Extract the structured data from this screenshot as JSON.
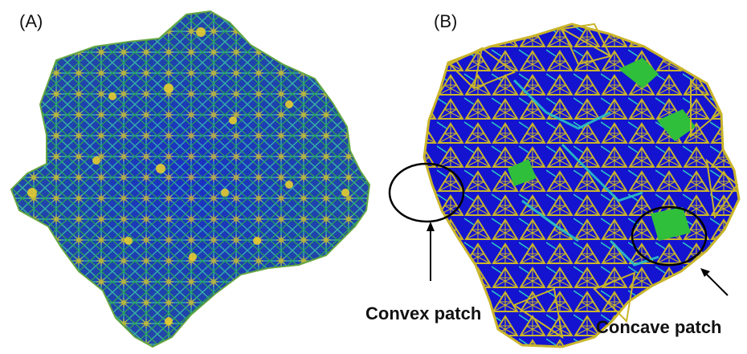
{
  "panels": {
    "a_label": "(A)",
    "b_label": "(B)"
  },
  "annotations": {
    "convex_label": "Convex patch",
    "concave_label": "Concave patch"
  },
  "colors": {
    "mesh_blue": "#1010d8",
    "edge_yellow": "#c9b52a",
    "edge_cyan": "#2bc4c4",
    "edge_green": "#2fae3c",
    "background": "#ffffff"
  }
}
